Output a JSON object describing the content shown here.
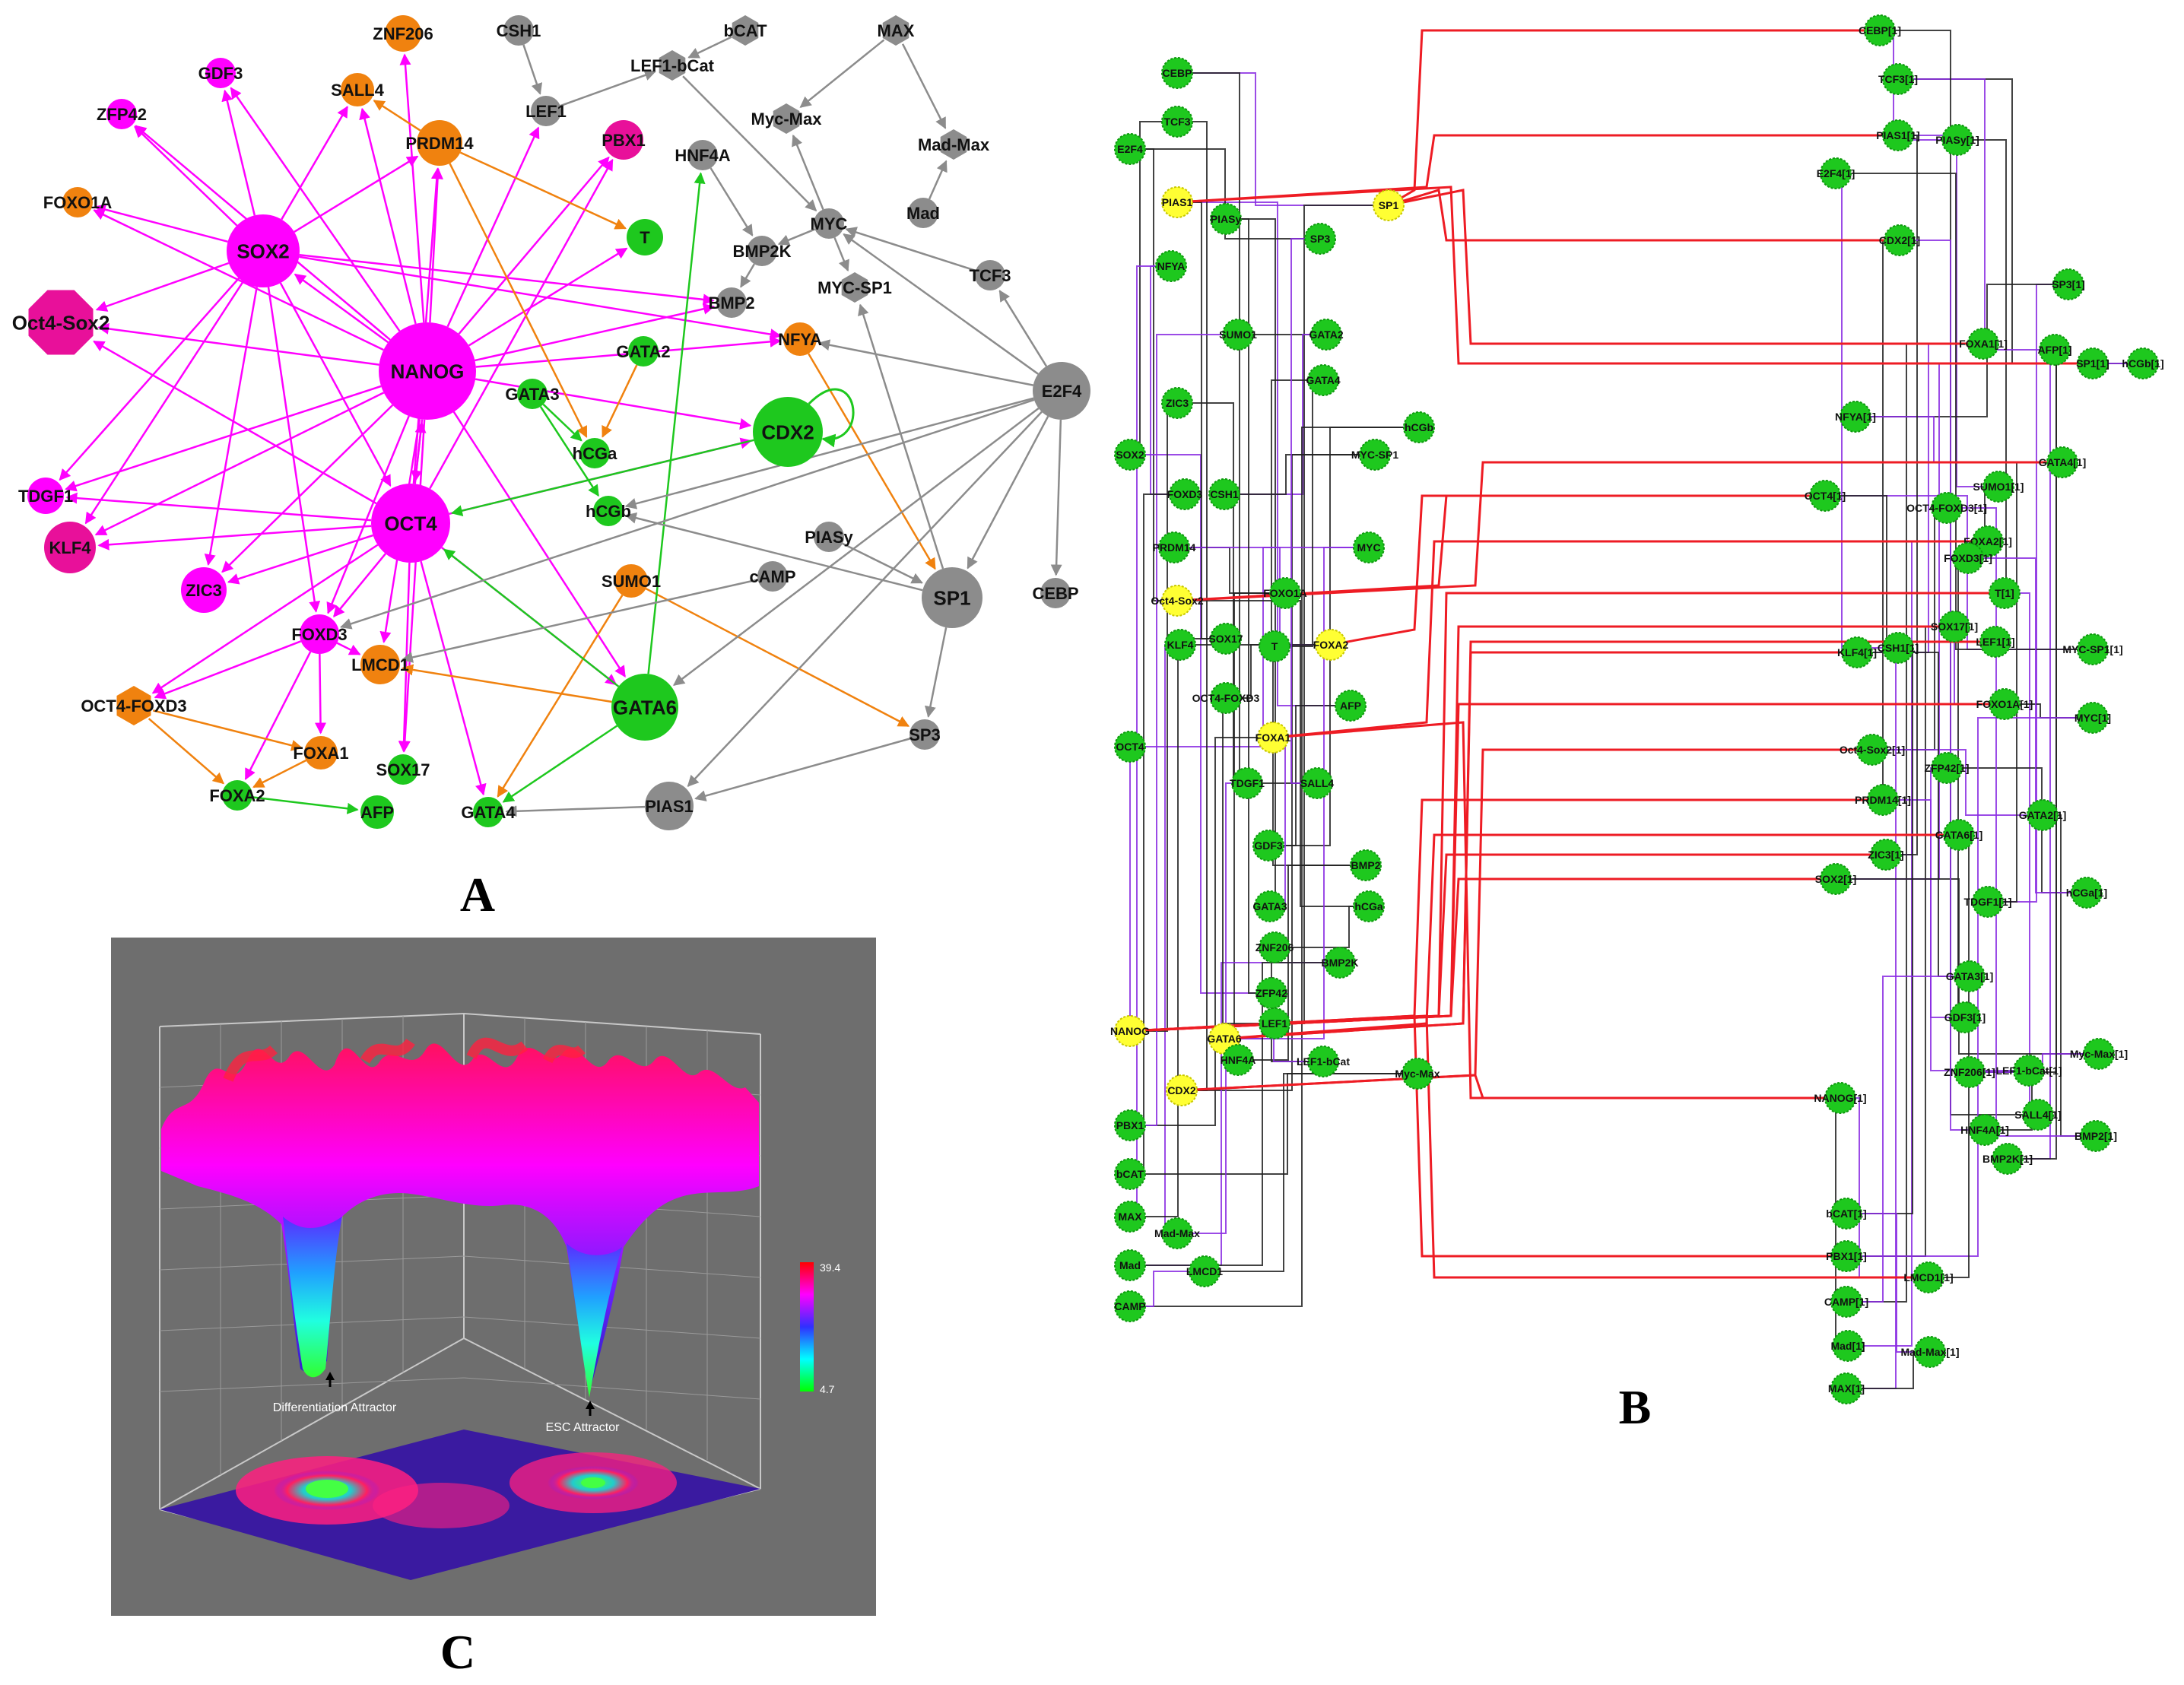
{
  "panels": {
    "a_label": "A",
    "b_label": "B",
    "c_label": "C"
  },
  "colors": {
    "magenta": "#ff00ff",
    "deep_pink": "#e8109a",
    "orange": "#f0820f",
    "green": "#1ec81e",
    "gray": "#8c8c8c",
    "yellow": "#ffff33",
    "red_edge": "#ee1c24",
    "purple_edge": "#8a2be2",
    "black_edge": "#222222"
  },
  "network_a": {
    "nodes": [
      {
        "id": "ZNF206",
        "label": "ZNF206",
        "color": "orange",
        "shape": "circle"
      },
      {
        "id": "CSH1",
        "label": "CSH1",
        "color": "gray",
        "shape": "circle"
      },
      {
        "id": "bCAT",
        "label": "bCAT",
        "color": "gray",
        "shape": "hex"
      },
      {
        "id": "MAX",
        "label": "MAX",
        "color": "gray",
        "shape": "hex"
      },
      {
        "id": "GDF3",
        "label": "GDF3",
        "color": "magenta",
        "shape": "circle"
      },
      {
        "id": "SALL4",
        "label": "SALL4",
        "color": "orange",
        "shape": "circle"
      },
      {
        "id": "LEF1",
        "label": "LEF1",
        "color": "gray",
        "shape": "circle"
      },
      {
        "id": "LEF1-bCat",
        "label": "LEF1-bCat",
        "color": "gray",
        "shape": "hex"
      },
      {
        "id": "ZFP42",
        "label": "ZFP42",
        "color": "magenta",
        "shape": "circle"
      },
      {
        "id": "Myc-Max",
        "label": "Myc-Max",
        "color": "gray",
        "shape": "hex"
      },
      {
        "id": "PRDM14",
        "label": "PRDM14",
        "color": "orange",
        "shape": "circle"
      },
      {
        "id": "PBX1",
        "label": "PBX1",
        "color": "deep_pink",
        "shape": "circle"
      },
      {
        "id": "HNF4A",
        "label": "HNF4A",
        "color": "gray",
        "shape": "circle"
      },
      {
        "id": "Mad-Max",
        "label": "Mad-Max",
        "color": "gray",
        "shape": "hex"
      },
      {
        "id": "FOXO1A",
        "label": "FOXO1A",
        "color": "orange",
        "shape": "circle"
      },
      {
        "id": "Mad",
        "label": "Mad",
        "color": "gray",
        "shape": "circle"
      },
      {
        "id": "MYC",
        "label": "MYC",
        "color": "gray",
        "shape": "circle"
      },
      {
        "id": "SOX2",
        "label": "SOX2",
        "color": "magenta",
        "shape": "circle"
      },
      {
        "id": "T",
        "label": "T",
        "color": "green",
        "shape": "circle"
      },
      {
        "id": "BMP2K",
        "label": "BMP2K",
        "color": "gray",
        "shape": "circle"
      },
      {
        "id": "TCF3",
        "label": "TCF3",
        "color": "gray",
        "shape": "circle"
      },
      {
        "id": "MYC-SP1",
        "label": "MYC-SP1",
        "color": "gray",
        "shape": "hex"
      },
      {
        "id": "BMP2",
        "label": "BMP2",
        "color": "gray",
        "shape": "circle"
      },
      {
        "id": "Oct4-Sox2",
        "label": "Oct4-Sox2",
        "color": "deep_pink",
        "shape": "oct"
      },
      {
        "id": "NFYA",
        "label": "NFYA",
        "color": "orange",
        "shape": "circle"
      },
      {
        "id": "GATA2",
        "label": "GATA2",
        "color": "green",
        "shape": "circle"
      },
      {
        "id": "NANOG",
        "label": "NANOG",
        "color": "magenta",
        "shape": "circle"
      },
      {
        "id": "E2F4",
        "label": "E2F4",
        "color": "gray",
        "shape": "circle"
      },
      {
        "id": "GATA3",
        "label": "GATA3",
        "color": "green",
        "shape": "circle"
      },
      {
        "id": "CDX2",
        "label": "CDX2",
        "color": "green",
        "shape": "circle"
      },
      {
        "id": "hCGa",
        "label": "hCGa",
        "color": "green",
        "shape": "circle"
      },
      {
        "id": "TDGF1",
        "label": "TDGF1",
        "color": "magenta",
        "shape": "circle"
      },
      {
        "id": "OCT4",
        "label": "OCT4",
        "color": "magenta",
        "shape": "circle"
      },
      {
        "id": "hCGb",
        "label": "hCGb",
        "color": "green",
        "shape": "circle"
      },
      {
        "id": "PIASy",
        "label": "PIASy",
        "color": "gray",
        "shape": "circle"
      },
      {
        "id": "KLF4",
        "label": "KLF4",
        "color": "deep_pink",
        "shape": "circle"
      },
      {
        "id": "SUMO1",
        "label": "SUMO1",
        "color": "orange",
        "shape": "circle"
      },
      {
        "id": "cAMP",
        "label": "cAMP",
        "color": "gray",
        "shape": "circle"
      },
      {
        "id": "ZIC3",
        "label": "ZIC3",
        "color": "magenta",
        "shape": "circle"
      },
      {
        "id": "SP1",
        "label": "SP1",
        "color": "gray",
        "shape": "circle"
      },
      {
        "id": "CEBP",
        "label": "CEBP",
        "color": "gray",
        "shape": "circle"
      },
      {
        "id": "FOXD3",
        "label": "FOXD3",
        "color": "magenta",
        "shape": "circle"
      },
      {
        "id": "LMCD1",
        "label": "LMCD1",
        "color": "orange",
        "shape": "circle"
      },
      {
        "id": "GATA6",
        "label": "GATA6",
        "color": "green",
        "shape": "circle"
      },
      {
        "id": "OCT4-FOXD3",
        "label": "OCT4-FOXD3",
        "color": "orange",
        "shape": "hex"
      },
      {
        "id": "FOXA1",
        "label": "FOXA1",
        "color": "orange",
        "shape": "circle"
      },
      {
        "id": "SP3",
        "label": "SP3",
        "color": "gray",
        "shape": "circle"
      },
      {
        "id": "SOX17",
        "label": "SOX17",
        "color": "green",
        "shape": "circle"
      },
      {
        "id": "FOXA2",
        "label": "FOXA2",
        "color": "green",
        "shape": "circle"
      },
      {
        "id": "AFP",
        "label": "AFP",
        "color": "green",
        "shape": "circle"
      },
      {
        "id": "GATA4",
        "label": "GATA4",
        "color": "green",
        "shape": "circle"
      },
      {
        "id": "PIAS1",
        "label": "PIAS1",
        "color": "gray",
        "shape": "circle"
      }
    ],
    "edges": [
      [
        "NANOG",
        "SOX2",
        "magenta"
      ],
      [
        "NANOG",
        "OCT4",
        "magenta"
      ],
      [
        "SOX2",
        "OCT4",
        "magenta"
      ],
      [
        "OCT4",
        "NANOG",
        "magenta"
      ],
      [
        "NANOG",
        "ZNF206",
        "magenta"
      ],
      [
        "NANOG",
        "GDF3",
        "magenta"
      ],
      [
        "NANOG",
        "SALL4",
        "magenta"
      ],
      [
        "NANOG",
        "PRDM14",
        "magenta"
      ],
      [
        "NANOG",
        "PBX1",
        "magenta"
      ],
      [
        "NANOG",
        "ZFP42",
        "magenta"
      ],
      [
        "NANOG",
        "FOXO1A",
        "magenta"
      ],
      [
        "NANOG",
        "Oct4-Sox2",
        "magenta"
      ],
      [
        "NANOG",
        "TDGF1",
        "magenta"
      ],
      [
        "NANOG",
        "KLF4",
        "magenta"
      ],
      [
        "NANOG",
        "ZIC3",
        "magenta"
      ],
      [
        "NANOG",
        "FOXD3",
        "magenta"
      ],
      [
        "NANOG",
        "LEF1",
        "magenta"
      ],
      [
        "NANOG",
        "T",
        "magenta"
      ],
      [
        "NANOG",
        "NFYA",
        "magenta"
      ],
      [
        "NANOG",
        "CDX2",
        "magenta"
      ],
      [
        "NANOG",
        "BMP2",
        "magenta"
      ],
      [
        "NANOG",
        "GATA6",
        "magenta"
      ],
      [
        "NANOG",
        "SOX17",
        "magenta"
      ],
      [
        "NANOG",
        "LMCD1",
        "magenta"
      ],
      [
        "SOX2",
        "ZFP42",
        "magenta"
      ],
      [
        "SOX2",
        "GDF3",
        "magenta"
      ],
      [
        "SOX2",
        "SALL4",
        "magenta"
      ],
      [
        "SOX2",
        "FOXO1A",
        "magenta"
      ],
      [
        "SOX2",
        "Oct4-Sox2",
        "magenta"
      ],
      [
        "SOX2",
        "TDGF1",
        "magenta"
      ],
      [
        "SOX2",
        "KLF4",
        "magenta"
      ],
      [
        "SOX2",
        "ZIC3",
        "magenta"
      ],
      [
        "SOX2",
        "PRDM14",
        "magenta"
      ],
      [
        "SOX2",
        "NFYA",
        "magenta"
      ],
      [
        "SOX2",
        "BMP2",
        "magenta"
      ],
      [
        "SOX2",
        "FOXD3",
        "magenta"
      ],
      [
        "OCT4",
        "Oct4-Sox2",
        "magenta"
      ],
      [
        "OCT4",
        "TDGF1",
        "magenta"
      ],
      [
        "OCT4",
        "KLF4",
        "magenta"
      ],
      [
        "OCT4",
        "ZIC3",
        "magenta"
      ],
      [
        "OCT4",
        "FOXD3",
        "magenta"
      ],
      [
        "OCT4",
        "PBX1",
        "magenta"
      ],
      [
        "OCT4",
        "CDX2",
        "magenta"
      ],
      [
        "OCT4",
        "GATA4",
        "magenta"
      ],
      [
        "OCT4",
        "SOX17",
        "magenta"
      ],
      [
        "OCT4",
        "GATA6",
        "magenta"
      ],
      [
        "OCT4",
        "OCT4-FOXD3",
        "magenta"
      ],
      [
        "OCT4",
        "PRDM14",
        "magenta"
      ],
      [
        "FOXD3",
        "FOXA1",
        "magenta"
      ],
      [
        "FOXD3",
        "FOXA2",
        "magenta"
      ],
      [
        "FOXD3",
        "OCT4-FOXD3",
        "magenta"
      ],
      [
        "FOXD3",
        "LMCD1",
        "magenta"
      ],
      [
        "PRDM14",
        "SALL4",
        "orange"
      ],
      [
        "PRDM14",
        "T",
        "orange"
      ],
      [
        "PRDM14",
        "hCGa",
        "orange"
      ],
      [
        "NFYA",
        "SP1",
        "orange"
      ],
      [
        "OCT4-FOXD3",
        "FOXA1",
        "orange"
      ],
      [
        "OCT4-FOXD3",
        "FOXA2",
        "orange"
      ],
      [
        "FOXA1",
        "FOXA2",
        "orange"
      ],
      [
        "SUMO1",
        "SP3",
        "orange"
      ],
      [
        "GATA6",
        "LMCD1",
        "orange"
      ],
      [
        "SUMO1",
        "GATA4",
        "orange"
      ],
      [
        "GATA2",
        "hCGa",
        "orange"
      ],
      [
        "CDX2",
        "OCT4",
        "green"
      ],
      [
        "GATA6",
        "GATA4",
        "green"
      ],
      [
        "GATA6",
        "OCT4",
        "green"
      ],
      [
        "GATA6",
        "HNF4A",
        "green"
      ],
      [
        "FOXA2",
        "AFP",
        "green"
      ],
      [
        "GATA3",
        "hCGa",
        "green"
      ],
      [
        "GATA3",
        "hCGb",
        "green"
      ],
      [
        "CDX2",
        "CDX2",
        "green"
      ],
      [
        "E2F4",
        "SP1",
        "gray"
      ],
      [
        "E2F4",
        "CEBP",
        "gray"
      ],
      [
        "E2F4",
        "MYC",
        "gray"
      ],
      [
        "E2F4",
        "NFYA",
        "gray"
      ],
      [
        "E2F4",
        "PIAS1",
        "gray"
      ],
      [
        "E2F4",
        "GATA6",
        "gray"
      ],
      [
        "E2F4",
        "hCGb",
        "gray"
      ],
      [
        "E2F4",
        "FOXD3",
        "gray"
      ],
      [
        "E2F4",
        "TCF3",
        "gray"
      ],
      [
        "MYC",
        "Myc-Max",
        "gray"
      ],
      [
        "MAX",
        "Myc-Max",
        "gray"
      ],
      [
        "MAX",
        "Mad-Max",
        "gray"
      ],
      [
        "Mad",
        "Mad-Max",
        "gray"
      ],
      [
        "MYC",
        "MYC-SP1",
        "gray"
      ],
      [
        "SP1",
        "MYC-SP1",
        "gray"
      ],
      [
        "MYC",
        "BMP2K",
        "gray"
      ],
      [
        "bCAT",
        "LEF1-bCat",
        "gray"
      ],
      [
        "LEF1",
        "LEF1-bCat",
        "gray"
      ],
      [
        "CSH1",
        "LEF1",
        "gray"
      ],
      [
        "HNF4A",
        "BMP2K",
        "gray"
      ],
      [
        "LEF1-bCat",
        "MYC",
        "gray"
      ],
      [
        "SP1",
        "SP3",
        "gray"
      ],
      [
        "SP3",
        "PIAS1",
        "gray"
      ],
      [
        "PIAS1",
        "GATA4",
        "gray"
      ],
      [
        "PIASy",
        "SP1",
        "gray"
      ],
      [
        "cAMP",
        "LMCD1",
        "gray"
      ],
      [
        "SP1",
        "hCGb",
        "gray"
      ],
      [
        "TCF3",
        "MYC",
        "gray"
      ],
      [
        "BMP2K",
        "BMP2",
        "gray"
      ]
    ]
  },
  "network_b": {
    "left_nodes": [
      {
        "label": "CEBP",
        "color": "green"
      },
      {
        "label": "TCF3",
        "color": "green"
      },
      {
        "label": "E2F4",
        "color": "green"
      },
      {
        "label": "PIAS1",
        "color": "yellow"
      },
      {
        "label": "PIASy",
        "color": "green"
      },
      {
        "label": "SP1",
        "color": "yellow"
      },
      {
        "label": "NFYA",
        "color": "green"
      },
      {
        "label": "SP3",
        "color": "green"
      },
      {
        "label": "SUMO1",
        "color": "green"
      },
      {
        "label": "GATA2",
        "color": "green"
      },
      {
        "label": "GATA4",
        "color": "green"
      },
      {
        "label": "ZIC3",
        "color": "green"
      },
      {
        "label": "SOX2",
        "color": "green"
      },
      {
        "label": "MYC-SP1",
        "color": "green"
      },
      {
        "label": "hCGb",
        "color": "green"
      },
      {
        "label": "FOXD3",
        "color": "green"
      },
      {
        "label": "CSH1",
        "color": "green"
      },
      {
        "label": "PRDM14",
        "color": "green"
      },
      {
        "label": "MYC",
        "color": "green"
      },
      {
        "label": "Oct4-Sox2",
        "color": "yellow"
      },
      {
        "label": "FOXO1A",
        "color": "green"
      },
      {
        "label": "KLF4",
        "color": "green"
      },
      {
        "label": "SOX17",
        "color": "green"
      },
      {
        "label": "T",
        "color": "green"
      },
      {
        "label": "FOXA2",
        "color": "yellow"
      },
      {
        "label": "OCT4-FOXD3",
        "color": "green"
      },
      {
        "label": "AFP",
        "color": "green"
      },
      {
        "label": "OCT4",
        "color": "green"
      },
      {
        "label": "FOXA1",
        "color": "yellow"
      },
      {
        "label": "TDGF1",
        "color": "green"
      },
      {
        "label": "SALL4",
        "color": "green"
      },
      {
        "label": "GDF3",
        "color": "green"
      },
      {
        "label": "BMP2",
        "color": "green"
      },
      {
        "label": "GATA3",
        "color": "green"
      },
      {
        "label": "hCGa",
        "color": "green"
      },
      {
        "label": "ZNF206",
        "color": "green"
      },
      {
        "label": "BMP2K",
        "color": "green"
      },
      {
        "label": "ZFP42",
        "color": "green"
      },
      {
        "label": "NANOG",
        "color": "yellow"
      },
      {
        "label": "GATA6",
        "color": "yellow"
      },
      {
        "label": "LEF1",
        "color": "green"
      },
      {
        "label": "HNF4A",
        "color": "green"
      },
      {
        "label": "LEF1-bCat",
        "color": "green"
      },
      {
        "label": "Myc-Max",
        "color": "green"
      },
      {
        "label": "CDX2",
        "color": "yellow"
      },
      {
        "label": "PBX1",
        "color": "green"
      },
      {
        "label": "bCAT",
        "color": "green"
      },
      {
        "label": "MAX",
        "color": "green"
      },
      {
        "label": "Mad-Max",
        "color": "green"
      },
      {
        "label": "Mad",
        "color": "green"
      },
      {
        "label": "LMCD1",
        "color": "green"
      },
      {
        "label": "CAMP",
        "color": "green"
      }
    ],
    "right_nodes": [
      {
        "label": "CEBP[1]"
      },
      {
        "label": "TCF3[1]"
      },
      {
        "label": "PIAS1[1]"
      },
      {
        "label": "PIASy[1]"
      },
      {
        "label": "E2F4[1]"
      },
      {
        "label": "CDX2[1]"
      },
      {
        "label": "SP3[1]"
      },
      {
        "label": "SP1[1]"
      },
      {
        "label": "hCGb[1]"
      },
      {
        "label": "FOXA1[1]"
      },
      {
        "label": "AFP[1]"
      },
      {
        "label": "NFYA[1]"
      },
      {
        "label": "GATA4[1]"
      },
      {
        "label": "SUMO1[1]"
      },
      {
        "label": "OCT4[1]"
      },
      {
        "label": "OCT4-FOXD3[1]"
      },
      {
        "label": "FOXA2[1]"
      },
      {
        "label": "FOXD3[1]"
      },
      {
        "label": "T[1]"
      },
      {
        "label": "SOX17[1]"
      },
      {
        "label": "LEF1[1]"
      },
      {
        "label": "MYC-SP1[1]"
      },
      {
        "label": "KLF4[1]"
      },
      {
        "label": "CSH1[1]"
      },
      {
        "label": "FOXO1A[1]"
      },
      {
        "label": "MYC[1]"
      },
      {
        "label": "Oct4-Sox2[1]"
      },
      {
        "label": "ZFP42[1]"
      },
      {
        "label": "PRDM14[1]"
      },
      {
        "label": "GATA2[1]"
      },
      {
        "label": "GATA6[1]"
      },
      {
        "label": "ZIC3[1]"
      },
      {
        "label": "SOX2[1]"
      },
      {
        "label": "TDGF1[1]"
      },
      {
        "label": "hCGa[1]"
      },
      {
        "label": "GATA3[1]"
      },
      {
        "label": "GDF3[1]"
      },
      {
        "label": "Myc-Max[1]"
      },
      {
        "label": "ZNF206[1]"
      },
      {
        "label": "LEF1-bCat[1]"
      },
      {
        "label": "NANOG[1]"
      },
      {
        "label": "SALL4[1]"
      },
      {
        "label": "HNF4A[1]"
      },
      {
        "label": "BMP2K[1]"
      },
      {
        "label": "BMP2[1]"
      },
      {
        "label": "bCAT[1]"
      },
      {
        "label": "PBX1[1]"
      },
      {
        "label": "LMCD1[1]"
      },
      {
        "label": "CAMP[1]"
      },
      {
        "label": "Mad[1]"
      },
      {
        "label": "Mad-Max[1]"
      },
      {
        "label": "MAX[1]"
      }
    ]
  },
  "landscape_c": {
    "colorbar_max": "39.4",
    "colorbar_min": "4.7",
    "attractor_left_label": "Differentiation Attractor",
    "attractor_right_label": "ESC Attractor"
  }
}
